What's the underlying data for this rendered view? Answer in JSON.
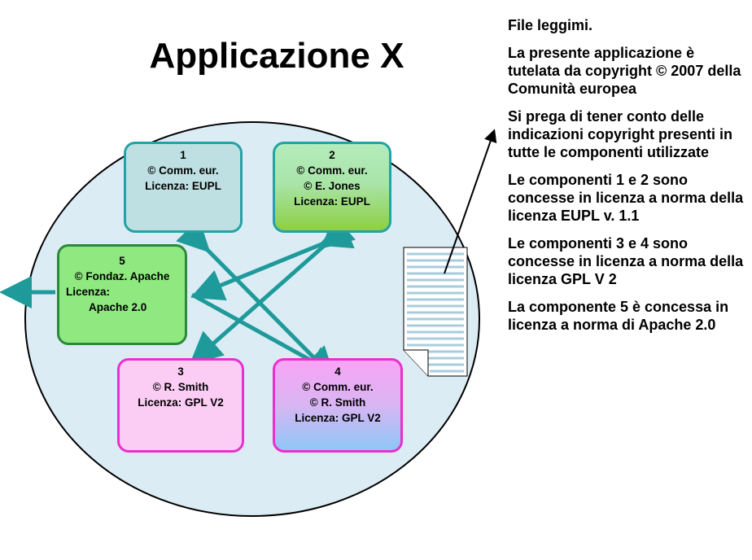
{
  "title": "Applicazione X",
  "components": [
    {
      "id": "1",
      "lines": [
        "1",
        "© Comm. eur.",
        "Licenza: EUPL"
      ]
    },
    {
      "id": "2",
      "lines": [
        "2",
        "© Comm. eur.",
        "© E. Jones",
        "Licenza: EUPL"
      ]
    },
    {
      "id": "5",
      "lines": [
        "5",
        "© Fondaz. Apache",
        "Licenza:",
        "Apache 2.0"
      ]
    },
    {
      "id": "3",
      "lines": [
        "3",
        "© R. Smith",
        "Licenza: GPL V2"
      ]
    },
    {
      "id": "4",
      "lines": [
        "4",
        "© Comm. eur.",
        "© R. Smith",
        "Licenza: GPL V2"
      ]
    }
  ],
  "readme": [
    "File leggimi.",
    "La presente applicazione è tutelata da copyright © 2007 della Comunità europea",
    "Si prega di tener conto delle indicazioni copyright  presenti in tutte le componenti utilizzate",
    "Le componenti 1 e 2 sono concesse in licenza a norma della licenza EUPL v. 1.1",
    "Le componenti 3 e 4 sono concesse in licenza a norma della licenza GPL V 2",
    "La componente 5 è concessa in licenza a norma di Apache 2.0"
  ],
  "colors": {
    "circle_fill": "#dcecf4",
    "arrow": "#1e9a9a",
    "box_teal_border": "#23a3a5",
    "box_green_border": "#2c8a3a",
    "box_magenta_border": "#ea2fd0"
  }
}
